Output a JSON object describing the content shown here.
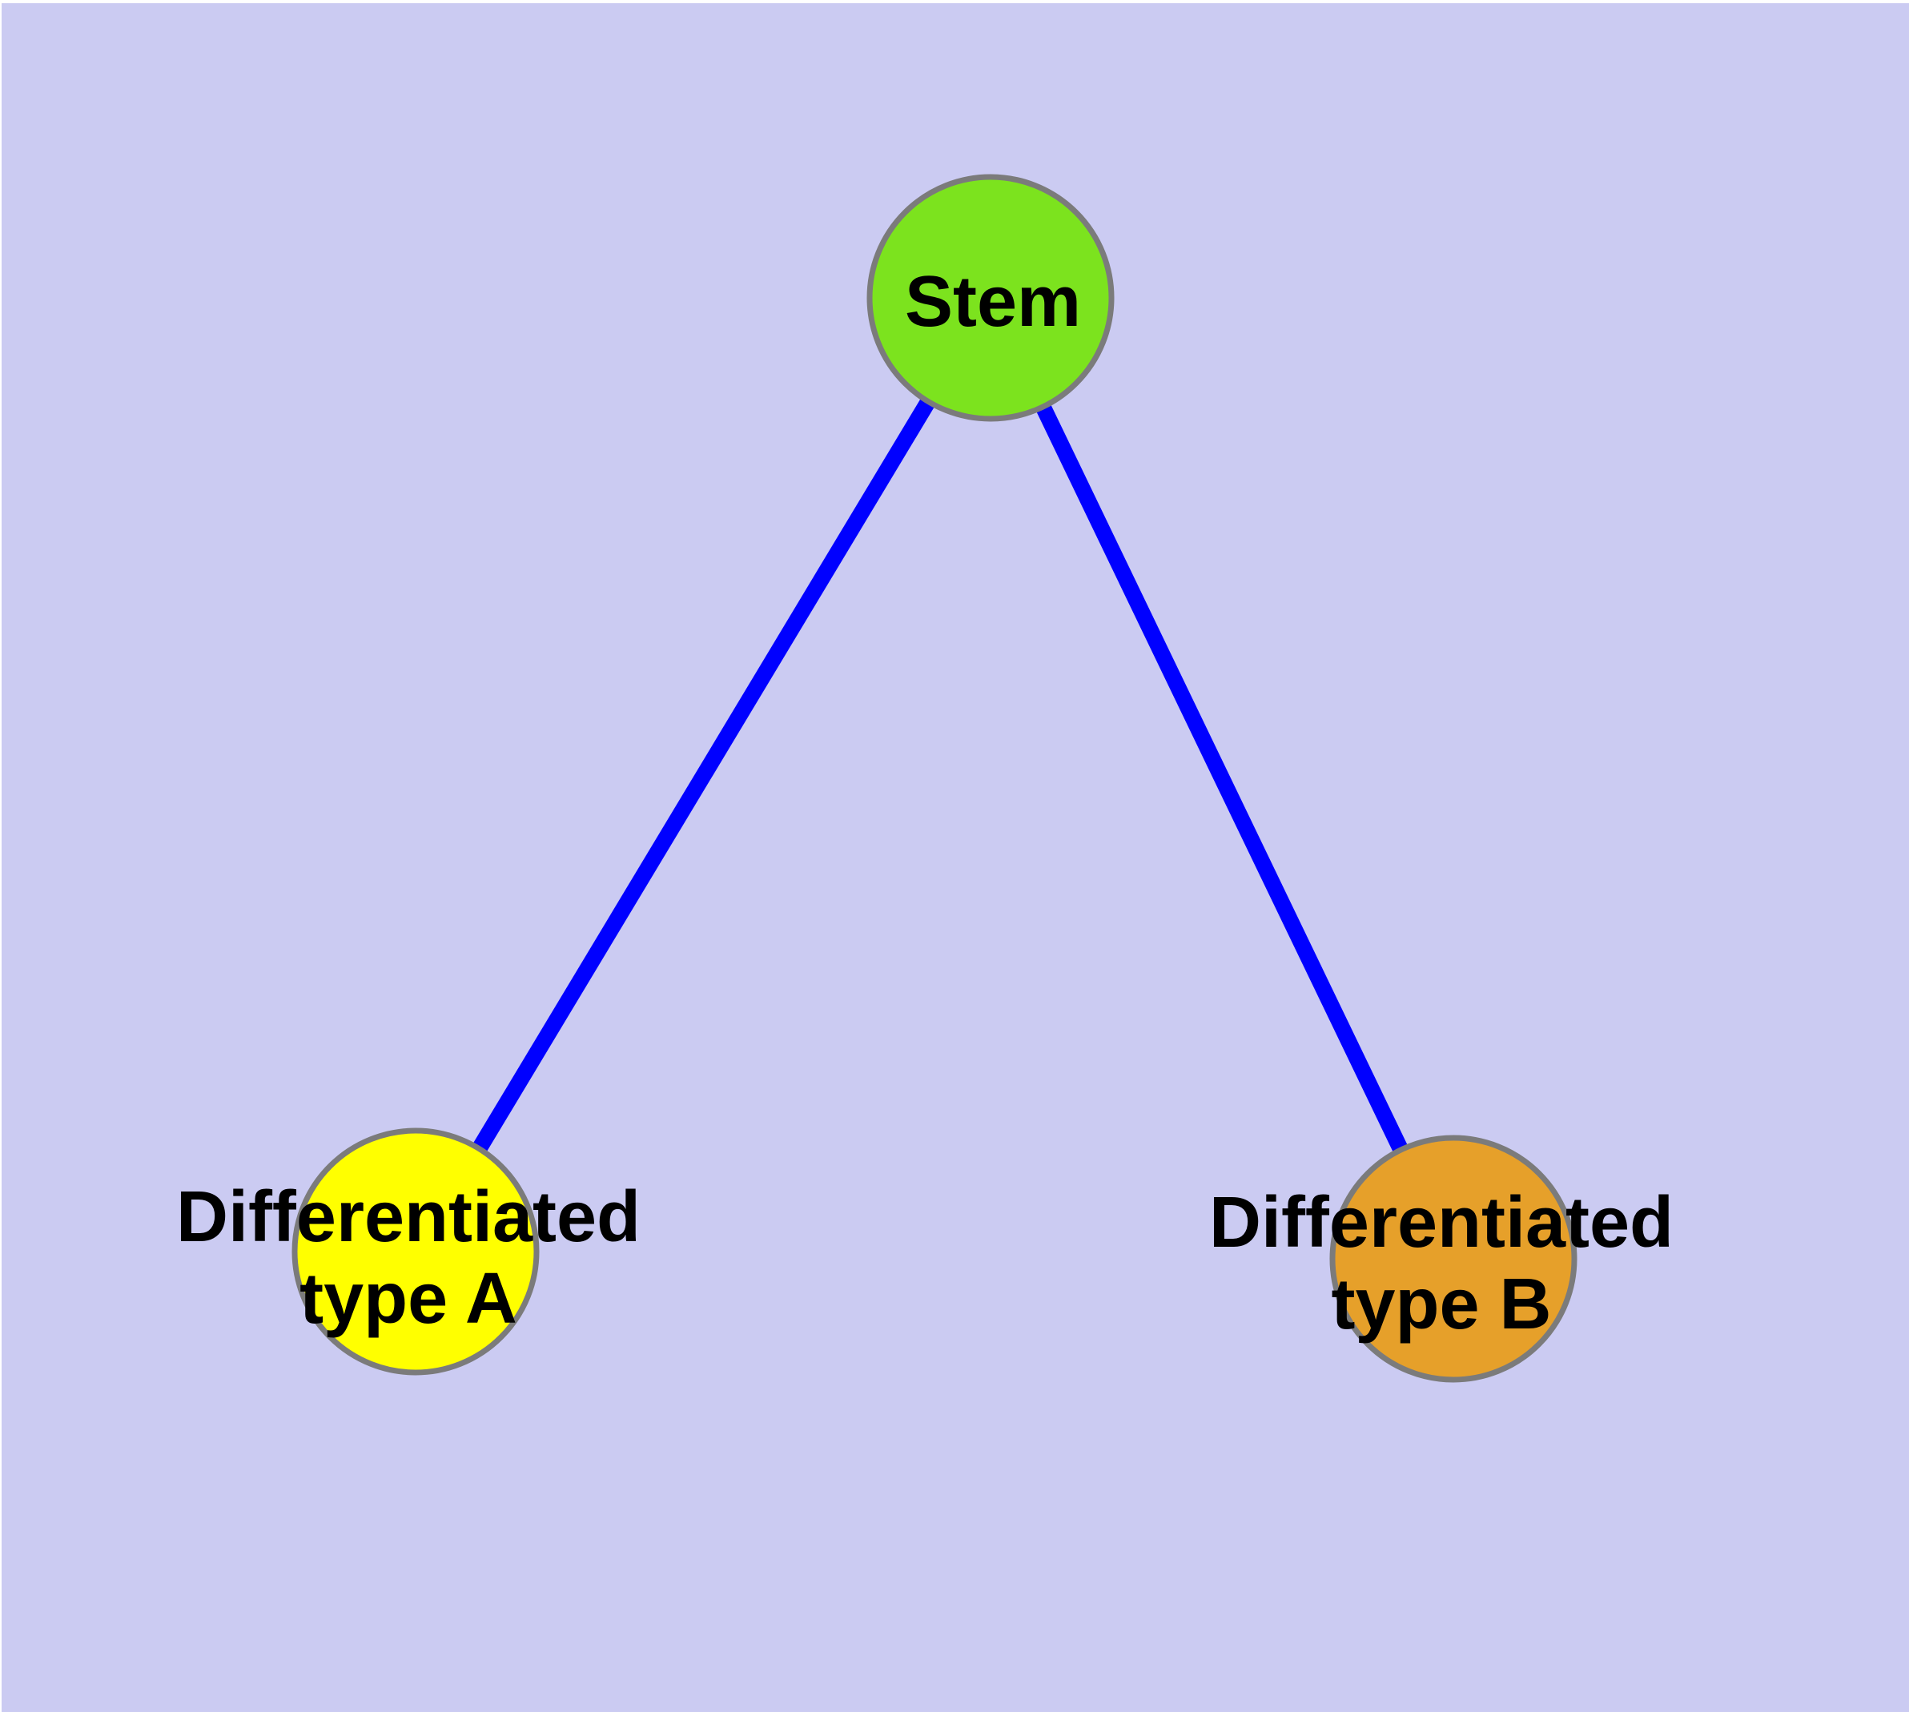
{
  "diagram": {
    "type": "node-link-graph",
    "style": {
      "background_color": "#CBCBF2",
      "page_border_color": "#FFFFFF",
      "node_border_color": "#7B7B7B",
      "label_color": "#000000"
    },
    "nodes": {
      "stem": {
        "label": "Stem",
        "color": "#7CE31E"
      },
      "type_a": {
        "label_line1": "Differentiated",
        "label_line2": "type A",
        "label_full": "Differentiated type A",
        "color": "#FFFF00"
      },
      "type_b": {
        "label_line1": "Differentiated",
        "label_line2": "type B",
        "label_full": "Differentiated type B",
        "color": "#E6A02A"
      }
    },
    "edges": {
      "color": "#0000FF",
      "items": [
        {
          "from": "Stem",
          "to": "Differentiated type A"
        },
        {
          "from": "Stem",
          "to": "Differentiated type B"
        }
      ]
    }
  }
}
